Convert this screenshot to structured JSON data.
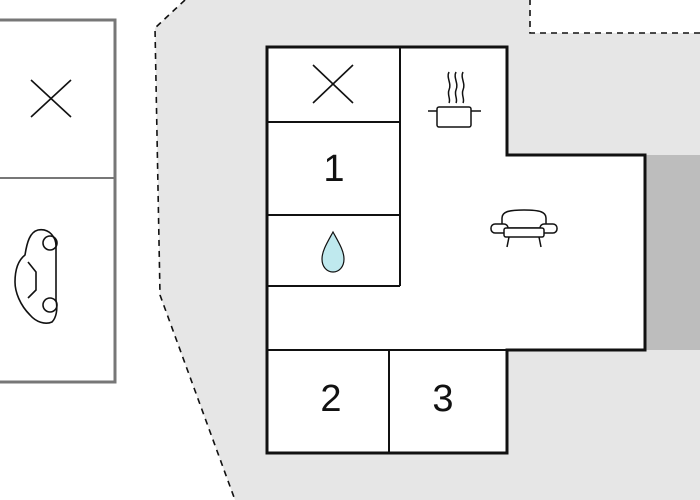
{
  "colors": {
    "outdoor_area": "#e6e6e6",
    "terrace": "#bdbdbd",
    "walls": "#111111",
    "outbuilding_walls": "#777777",
    "water": "#bfe9ee",
    "background": "#ffffff"
  },
  "rooms": {
    "bedroom_1": {
      "label": "1"
    },
    "bedroom_2": {
      "label": "2"
    },
    "bedroom_3": {
      "label": "3"
    }
  },
  "icons": {
    "storage": "cross-icon",
    "bathroom": "water-drop-icon",
    "kitchen": "cooking-pot-icon",
    "living": "sofa-icon",
    "garage_storage": "cross-icon",
    "carport": "car-icon"
  }
}
